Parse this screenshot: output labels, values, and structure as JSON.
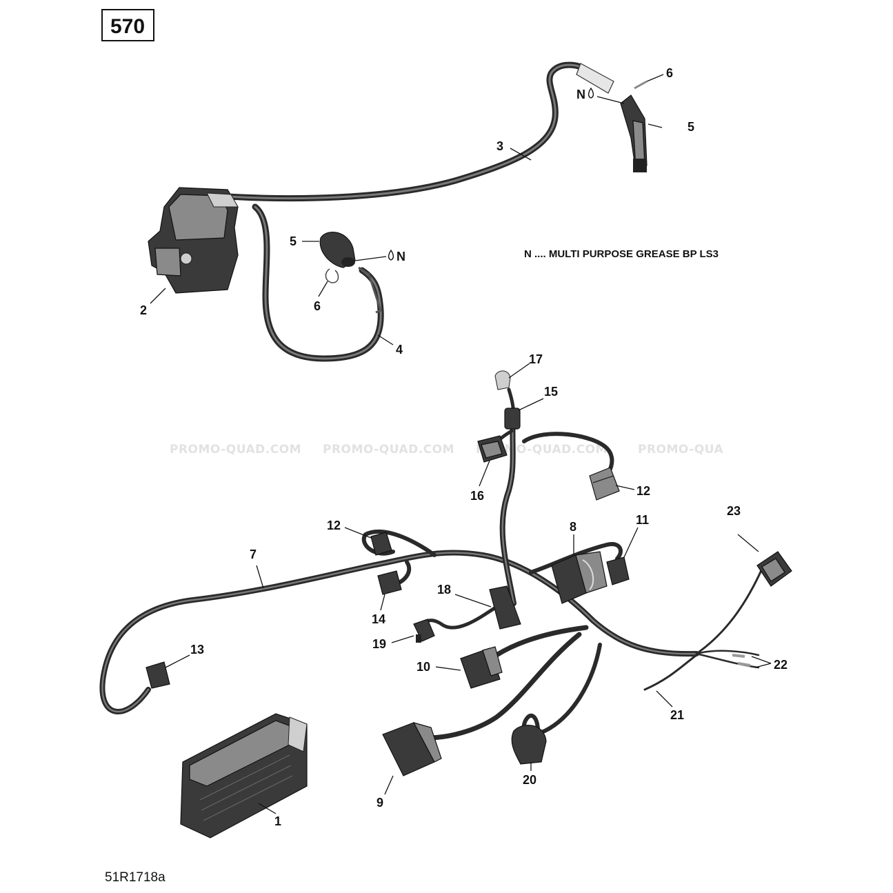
{
  "page_number": "570",
  "reference_code": "51R1718a",
  "note": "N .... MULTI PURPOSE GREASE BP LS3",
  "grease_symbol": "N",
  "watermark": [
    "PROMO-QUAD.COM",
    "PROMO-QUAD.COM",
    "PROMO-QUAD.COM",
    "PROMO-QUA"
  ],
  "callouts": {
    "c1": "1",
    "c2": "2",
    "c3": "3",
    "c4": "4",
    "c5a": "5",
    "c5b": "5",
    "c6a": "6",
    "c6b": "6",
    "c7": "7",
    "c8": "8",
    "c9": "9",
    "c10": "10",
    "c11": "11",
    "c12a": "12",
    "c12b": "12",
    "c13": "13",
    "c14": "14",
    "c15": "15",
    "c16": "16",
    "c17": "17",
    "c18": "18",
    "c19": "19",
    "c20": "20",
    "c21": "21",
    "c22": "22",
    "c23": "23"
  }
}
